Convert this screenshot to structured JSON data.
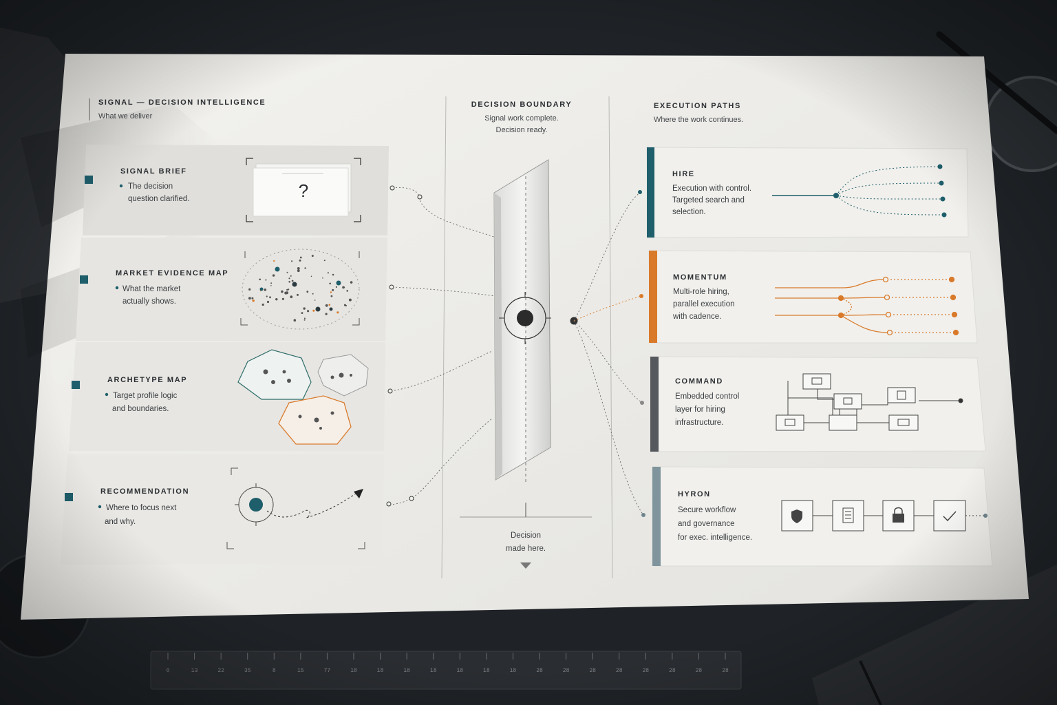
{
  "header": {
    "title": "SIGNAL — DECISION INTELLIGENCE",
    "subtitle": "What we deliver"
  },
  "boundary": {
    "title": "DECISION BOUNDARY",
    "line1": "Signal work complete.",
    "line2": "Decision ready.",
    "footer1": "Decision",
    "footer2": "made here."
  },
  "execution": {
    "title": "EXECUTION PATHS",
    "subtitle": "Where the work continues."
  },
  "deliverables": [
    {
      "title": "SIGNAL BRIEF",
      "line1": "The decision",
      "line2": "question clarified.",
      "glyph": "?"
    },
    {
      "title": "MARKET EVIDENCE MAP",
      "line1": "What the market",
      "line2": "actually shows."
    },
    {
      "title": "ARCHETYPE MAP",
      "line1": "Target profile logic",
      "line2": "and boundaries."
    },
    {
      "title": "RECOMMENDATION",
      "line1": "Where to focus next",
      "line2": "and why."
    }
  ],
  "paths": [
    {
      "title": "HIRE",
      "line1": "Execution with control.",
      "line2": "Targeted search and",
      "line3": "selection.",
      "color": "#1f5e6b"
    },
    {
      "title": "MOMENTUM",
      "line1": "Multi-role hiring,",
      "line2": "parallel execution",
      "line3": "with cadence.",
      "color": "#d97a2b"
    },
    {
      "title": "COMMAND",
      "line1": "Embedded control",
      "line2": "layer for hiring",
      "line3": "infrastructure.",
      "color": "#55595d"
    },
    {
      "title": "HYRON",
      "line1": "Secure workflow",
      "line2": "and governance",
      "line3": "for exec. intelligence.",
      "color": "#7f949c"
    }
  ],
  "ruler": {
    "ticks": [
      "0",
      "13",
      "22",
      "35",
      "8",
      "15",
      "77",
      "18",
      "18",
      "18",
      "18",
      "18",
      "18",
      "18",
      "28",
      "28",
      "28",
      "28",
      "28",
      "28",
      "28",
      "28"
    ]
  },
  "colors": {
    "teal": "#1f5e6b",
    "orange": "#d97a2b",
    "paper": "#ecebe7",
    "desk": "#1c2024"
  }
}
